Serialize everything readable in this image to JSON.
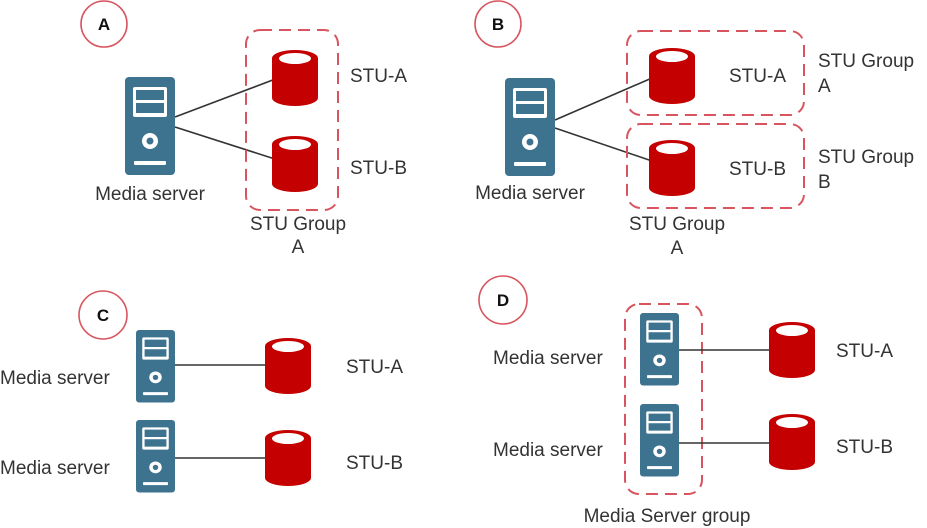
{
  "colors": {
    "server": "#3e7390",
    "storage": "#c40000",
    "group_border": "#d8555f",
    "badge_border": "#d8555f"
  },
  "panels": [
    {
      "badge": "A",
      "servers": [
        {
          "label": "Media server"
        }
      ],
      "storage_units": [
        {
          "label": "STU-A"
        },
        {
          "label": "STU-B"
        }
      ],
      "groups": [
        {
          "label_line1": "STU Group",
          "label_line2": "A"
        }
      ]
    },
    {
      "badge": "B",
      "servers": [
        {
          "label": "Media server"
        }
      ],
      "storage_units": [
        {
          "label": "STU-A"
        },
        {
          "label": "STU-B"
        }
      ],
      "groups": [
        {
          "label_line1": "STU Group",
          "label_line2": "A"
        },
        {
          "label_line1": "STU Group",
          "label_line2": "B"
        }
      ],
      "bottom_label": {
        "line1": "STU Group",
        "line2": "A"
      }
    },
    {
      "badge": "C",
      "servers": [
        {
          "label": "Media server"
        },
        {
          "label": "Media server"
        }
      ],
      "storage_units": [
        {
          "label": "STU-A"
        },
        {
          "label": "STU-B"
        }
      ]
    },
    {
      "badge": "D",
      "servers": [
        {
          "label": "Media server"
        },
        {
          "label": "Media server"
        }
      ],
      "storage_units": [
        {
          "label": "STU-A"
        },
        {
          "label": "STU-B"
        }
      ],
      "groups": [
        {
          "label": "Media Server group"
        }
      ]
    }
  ]
}
